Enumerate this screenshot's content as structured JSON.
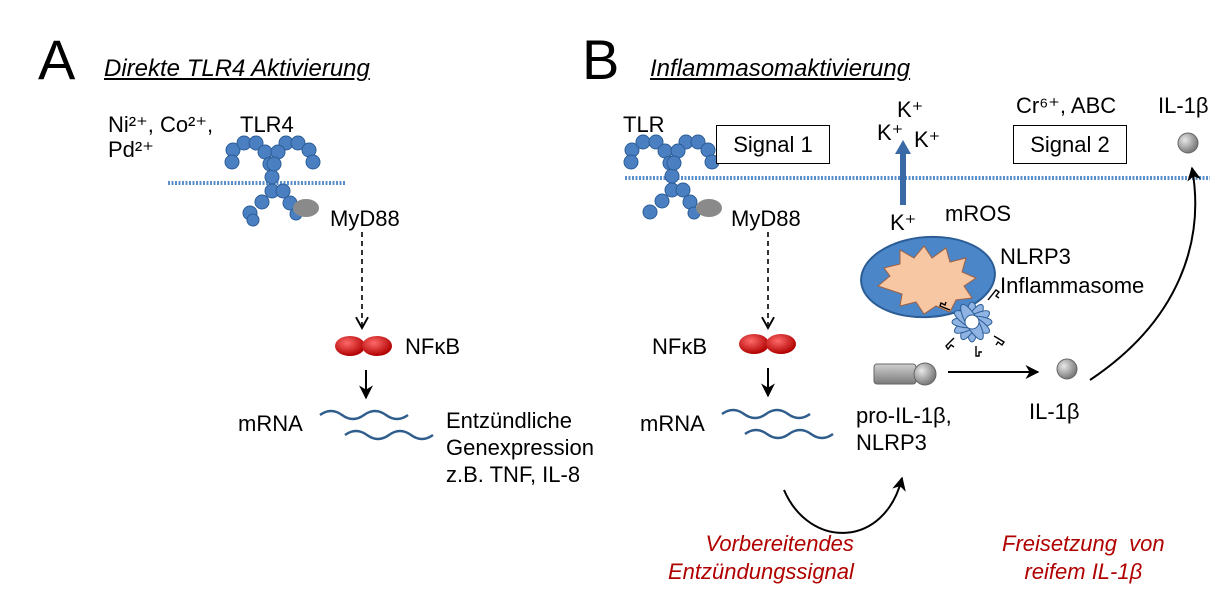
{
  "panel_a": {
    "letter": "A",
    "title": "Direkte TLR4 Aktivierung",
    "ions_line1": "Ni²⁺, Co²⁺,",
    "ions_line2": "Pd²⁺",
    "receptor": "TLR4",
    "adaptor": "MyD88",
    "transcription_factor": "NFκB",
    "mrna": "mRNA",
    "outcome": "Entzündliche\nGenexpression\nz.B. TNF, IL-8"
  },
  "panel_b": {
    "letter": "B",
    "title": "Inflammasomaktivierung",
    "receptor": "TLR",
    "signal1": "Signal 1",
    "signal2": "Signal 2",
    "adaptor": "MyD88",
    "transcription_factor": "NFκB",
    "mrna": "mRNA",
    "k_out_1": "K⁺",
    "k_out_2": "K⁺",
    "k_out_3": "K⁺",
    "k_in": "K⁺",
    "mros": "mROS",
    "inflammasome": "NLRP3\nInflammasome",
    "stimuli": "Cr⁶⁺, ABC",
    "il1b_outside": "IL-1β",
    "pro_il1b": "pro-IL-1β,\nNLRP3",
    "il1b_inside": "IL-1β",
    "priming_signal": "Vorbereitendes\nEntzündungssignal",
    "release": "Freisetzung  von\nreifem IL-1β"
  },
  "colors": {
    "receptor": "#4a7fc1",
    "membrane": "#5b8fc9",
    "nfkb": "#d42020",
    "mrna": "#2f5d8c",
    "arrow_k": "#3a6aa6",
    "mitochondrion": "#4a86c8",
    "mito_inner": "#f7c7a3",
    "red_text": "#b00000"
  }
}
